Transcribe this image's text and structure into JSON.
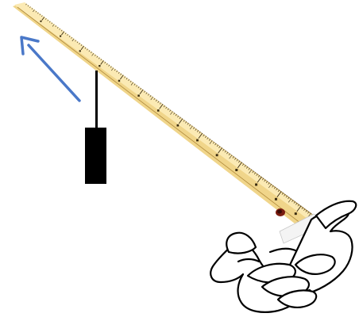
{
  "scene": {
    "background_color": "#ffffff",
    "objects": [
      {
        "name": "meter-stick",
        "description_icon": "ruler-icon"
      },
      {
        "name": "hanging-weight",
        "description_icon": "weight-icon"
      },
      {
        "name": "direction-arrow",
        "description_icon": "arrow-up-left-icon"
      },
      {
        "name": "cupped-hands",
        "description_icon": "hands-icon"
      }
    ]
  },
  "colors": {
    "ruler_face": "#f0d58a",
    "ruler_highlight": "#fbeab4",
    "ruler_edge": "#b08a3a",
    "ruler_shadow": "#8a6a28",
    "ruler_marks": "#3a2c10",
    "ruler_end_cap": "#f4f4f4",
    "ruler_hole": "#7a1c10",
    "weight": "#000000",
    "arrow": "#4a78c8",
    "hands_outline": "#000000",
    "hands_fill": "#ffffff"
  }
}
